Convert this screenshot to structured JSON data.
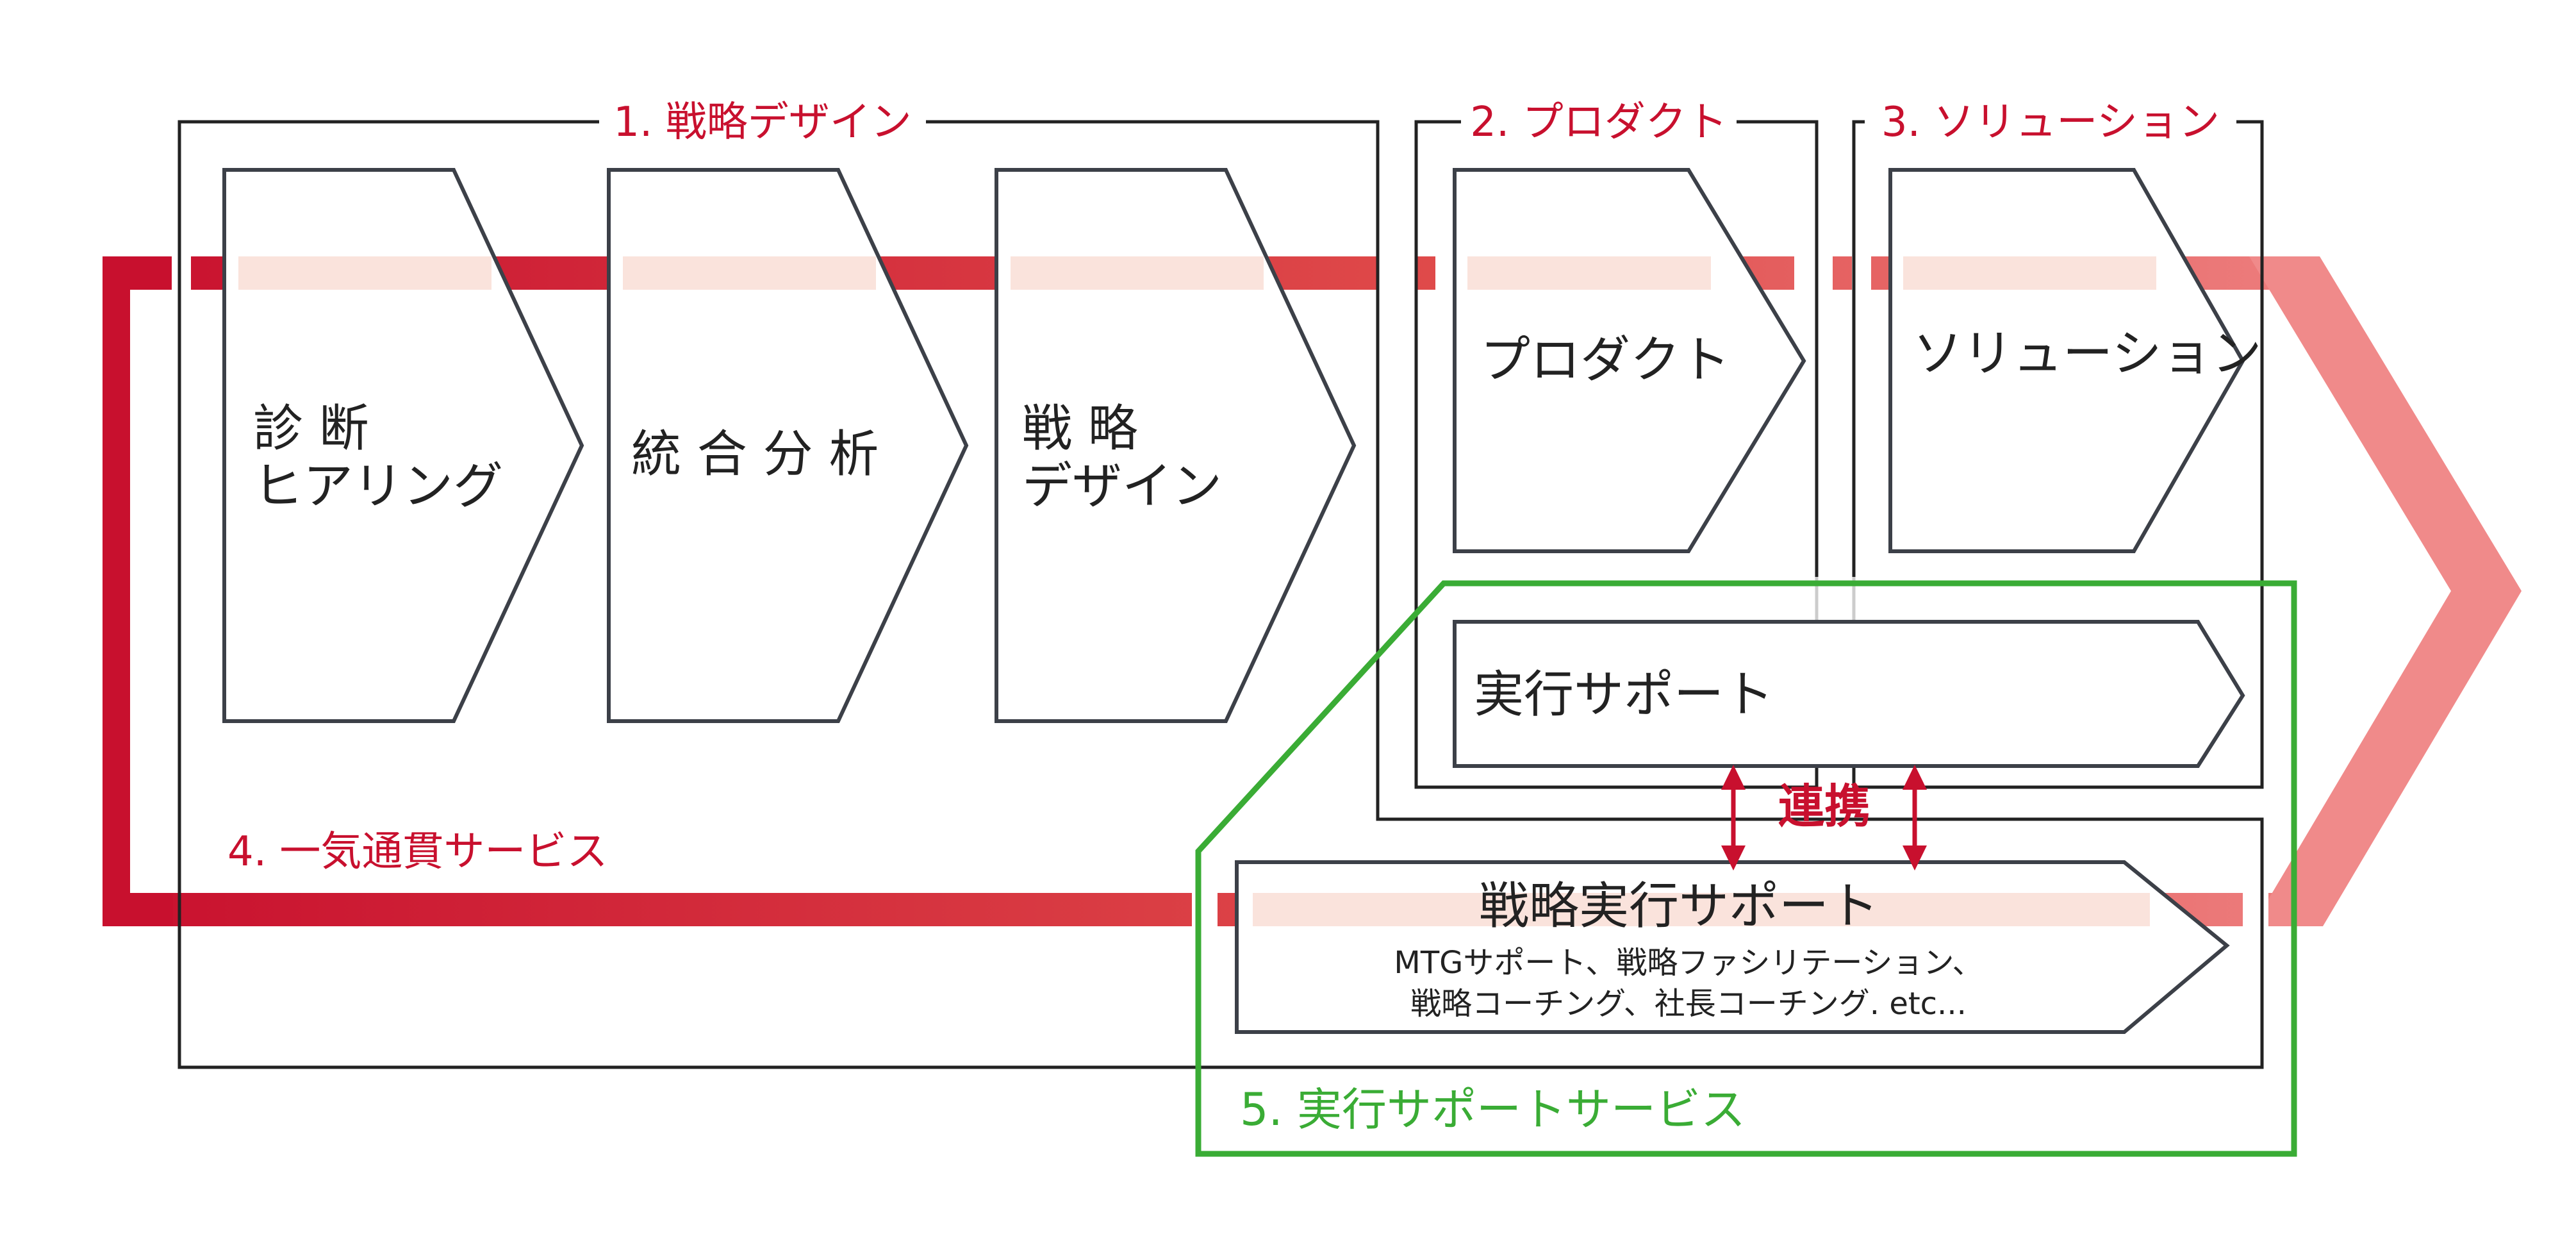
{
  "colors": {
    "accent_red": "#c8102e",
    "light_red": "#f08a8a",
    "highlight_pink": "#fae3dc",
    "green": "#3aac35",
    "outline_gray": "#3c4048"
  },
  "groups": {
    "strategy_design": "1. 戦略デザイン",
    "product": "2. プロダクト",
    "solution": "3. ソリューション",
    "one_stop_service": "4. 一気通貫サービス",
    "execution_support_service": "5. 実行サポートサービス"
  },
  "nodes": {
    "diagnosis": [
      "診 断",
      "ヒアリング"
    ],
    "integrated_analysis": [
      "統 合 分 析"
    ],
    "strategy_design": [
      "戦 略",
      "デザイン"
    ],
    "product": [
      "プロダクト"
    ],
    "solution": [
      "ソリューション"
    ],
    "execution_support": [
      "実行サポート"
    ],
    "strategy_execution_support": {
      "title": "戦略実行サポート",
      "details": [
        "MTGサポート、戦略ファシリテーション、",
        "戦略コーチング、社長コーチング. etc..."
      ]
    }
  },
  "link_label": "連携"
}
